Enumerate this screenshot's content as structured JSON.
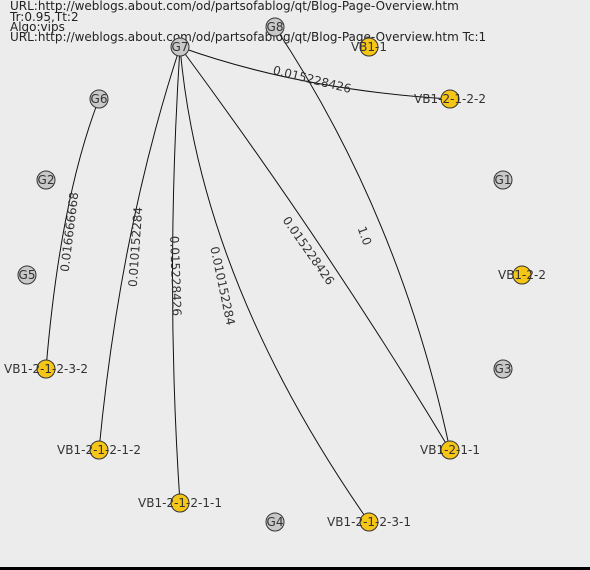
{
  "header": {
    "line1": "URL:http://weblogs.about.com/od/partsofablog/qt/Blog-Page-Overview.htm",
    "line2": "Tr:0.95,Tt:2",
    "line3": "Algo:vips",
    "line4": "URL:http://weblogs.about.com/od/partsofablog/qt/Blog-Page-Overview.htm Tc:1"
  },
  "colors": {
    "gray_node": "#c8c8c8",
    "yellow_node": "#f5c518",
    "edge": "#111111",
    "background": "#ececec"
  },
  "nodes": [
    {
      "id": "G7",
      "label": "G7",
      "kind": "gray"
    },
    {
      "id": "G8",
      "label": "G8",
      "kind": "gray"
    },
    {
      "id": "VB1-1",
      "label": "VB1-1",
      "kind": "yellow"
    },
    {
      "id": "G6",
      "label": "G6",
      "kind": "gray"
    },
    {
      "id": "VB1-2-1-2-2",
      "label": "VB1-2-1-2-2",
      "kind": "yellow"
    },
    {
      "id": "G2",
      "label": "G2",
      "kind": "gray"
    },
    {
      "id": "G1",
      "label": "G1",
      "kind": "gray"
    },
    {
      "id": "G5",
      "label": "G5",
      "kind": "gray"
    },
    {
      "id": "VB1-2-2",
      "label": "VB1-2-2",
      "kind": "yellow"
    },
    {
      "id": "VB1-2-1-2-3-2",
      "label": "VB1-2-1-2-3-2",
      "kind": "yellow"
    },
    {
      "id": "G3",
      "label": "G3",
      "kind": "gray"
    },
    {
      "id": "VB1-2-1-2-1-2",
      "label": "VB1-2-1-2-1-2",
      "kind": "yellow"
    },
    {
      "id": "VB1-2-1-1",
      "label": "VB1-2-1-1",
      "kind": "yellow"
    },
    {
      "id": "VB1-2-1-2-1-1",
      "label": "VB1-2-1-2-1-1",
      "kind": "yellow"
    },
    {
      "id": "G4",
      "label": "G4",
      "kind": "gray"
    },
    {
      "id": "VB1-2-1-2-3-1",
      "label": "VB1-2-1-2-3-1",
      "kind": "yellow"
    }
  ],
  "edges": [
    {
      "from": "G7",
      "to": "VB1-2-1-2-2",
      "label": "0.015228426"
    },
    {
      "from": "G8",
      "to": "VB1-2-1-1",
      "label": "1.0"
    },
    {
      "from": "G7",
      "to": "VB1-2-1-1",
      "label": "0.015228426"
    },
    {
      "from": "G6",
      "to": "VB1-2-1-2-3-2",
      "label": "0.016666668"
    },
    {
      "from": "G7",
      "to": "VB1-2-1-2-1-2",
      "label": "0.010152284"
    },
    {
      "from": "G7",
      "to": "VB1-2-1-2-1-1",
      "label": "0.015228426"
    },
    {
      "from": "G7",
      "to": "VB1-2-1-2-3-1",
      "label": "0.010152284"
    }
  ]
}
